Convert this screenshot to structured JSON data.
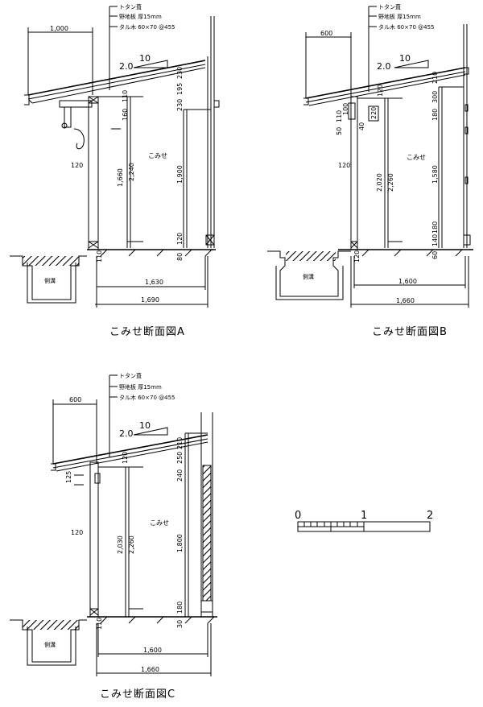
{
  "drawings": {
    "a": {
      "caption": "こみせ断面図A",
      "notes": [
        "トタン葺",
        "野地板 厚15mm",
        "タル木 60×70 @455"
      ],
      "slope": {
        "run": "10",
        "rise": "2.0"
      },
      "room": "こみせ",
      "ditch": "側溝",
      "eave_width": "1,000",
      "inner_width": "1,630",
      "outer_width": "1,690",
      "post_dims": [
        "110",
        "160",
        "120"
      ],
      "opening_dims": [
        "1,660",
        "2,240"
      ],
      "wall_dims": [
        "230",
        "195",
        "230",
        "1,900",
        "120"
      ],
      "floor_dims": [
        "110",
        "80"
      ]
    },
    "b": {
      "caption": "こみせ断面図B",
      "notes": [
        "トタン葺",
        "野地板 厚15mm",
        "タル木 60×70 @455"
      ],
      "slope": {
        "run": "10",
        "rise": "2.0"
      },
      "room": "こみせ",
      "ditch": "側溝",
      "eave_width": "600",
      "inner_width": "1,600",
      "outer_width": "1,660",
      "post_dims": [
        "100",
        "110",
        "50",
        "120",
        "120",
        "40",
        "220"
      ],
      "opening_dims": [
        "2,020",
        "2,260"
      ],
      "wall_dims": [
        "210",
        "300",
        "180",
        "1,580",
        "140",
        "180"
      ],
      "floor_dims": [
        "120",
        "60"
      ]
    },
    "c": {
      "caption": "こみせ断面図C",
      "notes": [
        "トタン葺",
        "野地板 厚15mm",
        "タル木 60×70 @455"
      ],
      "slope": {
        "run": "10",
        "rise": "2.0"
      },
      "room": "こみせ",
      "ditch": "側溝",
      "eave_width": "600",
      "inner_width": "1,600",
      "outer_width": "1,660",
      "post_dims": [
        "125",
        "120",
        "120"
      ],
      "opening_dims": [
        "2,030",
        "2,260"
      ],
      "wall_dims": [
        "210",
        "250",
        "240",
        "1,800",
        "180"
      ],
      "floor_dims": [
        "110",
        "30"
      ]
    }
  },
  "scale": {
    "ticks": [
      "0",
      "1",
      "2"
    ]
  }
}
